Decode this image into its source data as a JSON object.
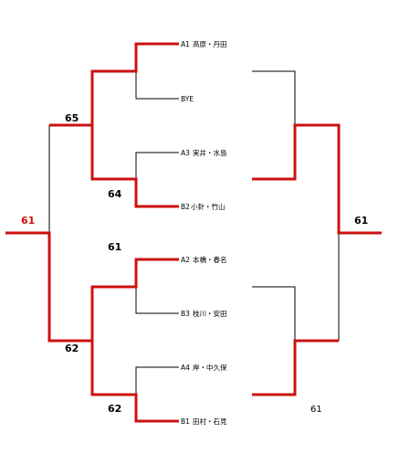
{
  "entries": [
    {
      "seed": "A1",
      "name": "高原・丹田"
    },
    {
      "seed": "",
      "name": "BYE"
    },
    {
      "seed": "A3",
      "name": "実井・水島"
    },
    {
      "seed": "B2",
      "name": "小針・竹山"
    },
    {
      "seed": "A2",
      "name": "本橋・春名"
    },
    {
      "seed": "B3",
      "name": "枝川・安田"
    },
    {
      "seed": "A4",
      "name": "岸・中久保"
    },
    {
      "seed": "B1",
      "name": "田村・石見"
    }
  ],
  "scores": {
    "r1_match2": "64",
    "r1_match3": "61",
    "r1_match4": "62",
    "semi_top": "65",
    "semi_bottom": "62",
    "final_left": "61",
    "final_right": "61",
    "bottom_note": "61"
  },
  "colors": {
    "winner_line": "#cc1111",
    "bracket_line": "#000000"
  }
}
